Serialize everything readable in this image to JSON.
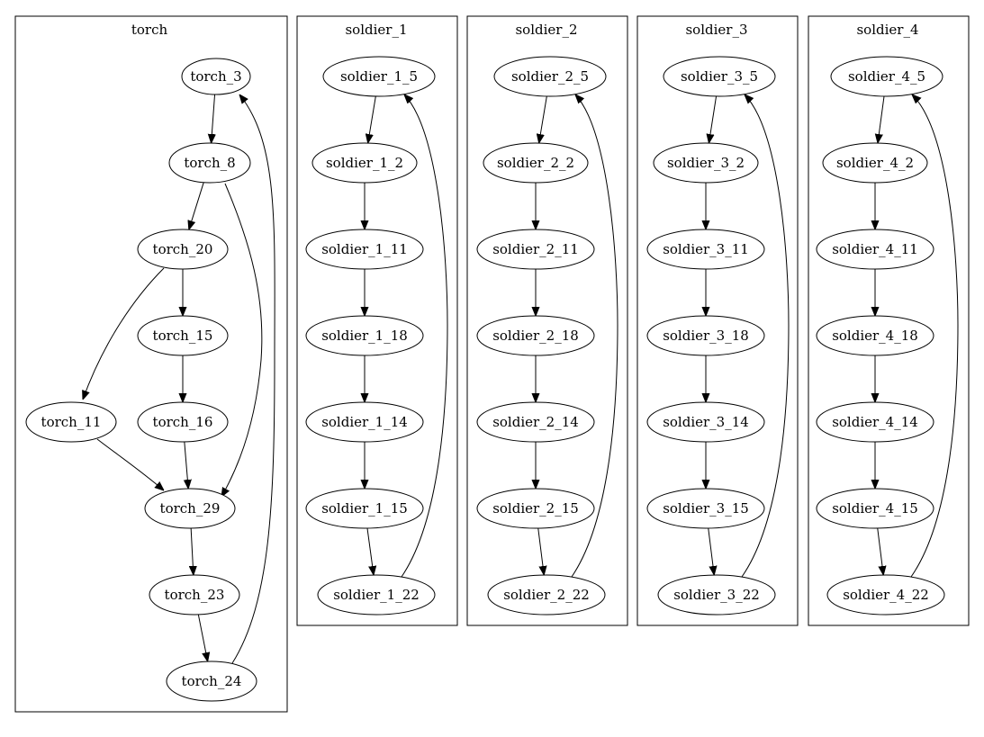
{
  "clusters": [
    {
      "id": "torch",
      "label": "torch"
    },
    {
      "id": "soldier_1",
      "label": "soldier_1"
    },
    {
      "id": "soldier_2",
      "label": "soldier_2"
    },
    {
      "id": "soldier_3",
      "label": "soldier_3"
    },
    {
      "id": "soldier_4",
      "label": "soldier_4"
    }
  ],
  "nodes": {
    "torch_3": "torch_3",
    "torch_8": "torch_8",
    "torch_20": "torch_20",
    "torch_15": "torch_15",
    "torch_11": "torch_11",
    "torch_16": "torch_16",
    "torch_29": "torch_29",
    "torch_23": "torch_23",
    "torch_24": "torch_24",
    "soldier_1_5": "soldier_1_5",
    "soldier_1_2": "soldier_1_2",
    "soldier_1_11": "soldier_1_11",
    "soldier_1_18": "soldier_1_18",
    "soldier_1_14": "soldier_1_14",
    "soldier_1_15": "soldier_1_15",
    "soldier_1_22": "soldier_1_22",
    "soldier_2_5": "soldier_2_5",
    "soldier_2_2": "soldier_2_2",
    "soldier_2_11": "soldier_2_11",
    "soldier_2_18": "soldier_2_18",
    "soldier_2_14": "soldier_2_14",
    "soldier_2_15": "soldier_2_15",
    "soldier_2_22": "soldier_2_22",
    "soldier_3_5": "soldier_3_5",
    "soldier_3_2": "soldier_3_2",
    "soldier_3_11": "soldier_3_11",
    "soldier_3_18": "soldier_3_18",
    "soldier_3_14": "soldier_3_14",
    "soldier_3_15": "soldier_3_15",
    "soldier_3_22": "soldier_3_22",
    "soldier_4_5": "soldier_4_5",
    "soldier_4_2": "soldier_4_2",
    "soldier_4_11": "soldier_4_11",
    "soldier_4_18": "soldier_4_18",
    "soldier_4_14": "soldier_4_14",
    "soldier_4_15": "soldier_4_15",
    "soldier_4_22": "soldier_4_22"
  },
  "edges": [
    [
      "torch_3",
      "torch_8"
    ],
    [
      "torch_8",
      "torch_20"
    ],
    [
      "torch_8",
      "torch_29"
    ],
    [
      "torch_20",
      "torch_15"
    ],
    [
      "torch_20",
      "torch_11"
    ],
    [
      "torch_15",
      "torch_16"
    ],
    [
      "torch_11",
      "torch_29"
    ],
    [
      "torch_16",
      "torch_29"
    ],
    [
      "torch_29",
      "torch_23"
    ],
    [
      "torch_23",
      "torch_24"
    ],
    [
      "torch_24",
      "torch_3"
    ],
    [
      "soldier_1_5",
      "soldier_1_2"
    ],
    [
      "soldier_1_2",
      "soldier_1_11"
    ],
    [
      "soldier_1_11",
      "soldier_1_18"
    ],
    [
      "soldier_1_18",
      "soldier_1_14"
    ],
    [
      "soldier_1_14",
      "soldier_1_15"
    ],
    [
      "soldier_1_15",
      "soldier_1_22"
    ],
    [
      "soldier_1_22",
      "soldier_1_5"
    ],
    [
      "soldier_2_5",
      "soldier_2_2"
    ],
    [
      "soldier_2_2",
      "soldier_2_11"
    ],
    [
      "soldier_2_11",
      "soldier_2_18"
    ],
    [
      "soldier_2_18",
      "soldier_2_14"
    ],
    [
      "soldier_2_14",
      "soldier_2_15"
    ],
    [
      "soldier_2_15",
      "soldier_2_22"
    ],
    [
      "soldier_2_22",
      "soldier_2_5"
    ],
    [
      "soldier_3_5",
      "soldier_3_2"
    ],
    [
      "soldier_3_2",
      "soldier_3_11"
    ],
    [
      "soldier_3_11",
      "soldier_3_18"
    ],
    [
      "soldier_3_18",
      "soldier_3_14"
    ],
    [
      "soldier_3_14",
      "soldier_3_15"
    ],
    [
      "soldier_3_15",
      "soldier_3_22"
    ],
    [
      "soldier_3_22",
      "soldier_3_5"
    ],
    [
      "soldier_4_5",
      "soldier_4_2"
    ],
    [
      "soldier_4_2",
      "soldier_4_11"
    ],
    [
      "soldier_4_11",
      "soldier_4_18"
    ],
    [
      "soldier_4_18",
      "soldier_4_14"
    ],
    [
      "soldier_4_14",
      "soldier_4_15"
    ],
    [
      "soldier_4_15",
      "soldier_4_22"
    ],
    [
      "soldier_4_22",
      "soldier_4_5"
    ]
  ]
}
